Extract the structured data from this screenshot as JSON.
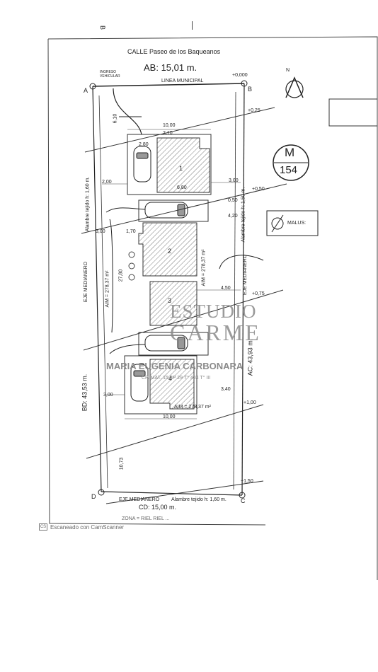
{
  "header": {
    "corner_letter": "B",
    "street": "CALLE Paseo de los Baqueanos",
    "front_dim": "AB: 15,01 m.",
    "linea_municipal": "LINEA MUNICIPAL",
    "ingreso": "INGRESO\nVEHICULAR",
    "level_top": "+0,000",
    "north_label": "N"
  },
  "vertices": {
    "a": "A",
    "b": "B",
    "c": "C",
    "d": "D"
  },
  "block": {
    "prefix": "M",
    "number": "154"
  },
  "legend": {
    "malus": "MALUS:"
  },
  "units": [
    "1",
    "2",
    "3",
    "4"
  ],
  "dims": {
    "w1000_top": "10,00",
    "w210": "2,10",
    "w280": "2,80",
    "w680": "6,80",
    "w300": "3,00",
    "w200": "2,00",
    "w170": "1,70",
    "w300_left": "3,00",
    "w450": "4,50",
    "w340": "3,40",
    "w300_b": "3,00",
    "w1000_bot": "10,00",
    "w610": "6,10",
    "w420": "4,20",
    "w1073": "10,73",
    "w050": "0,50",
    "w025": "+0,25",
    "w050p": "+0,50",
    "w075": "+0,75",
    "w100": "+1,00",
    "w150": "+1,50",
    "w2780": "27,80"
  },
  "sides": {
    "left_alambre": "Alambre tejido h: 1,60 m.",
    "left_eje": "EJE MEDIANERO",
    "left_aim": "AIM = 278,37 m²",
    "bd": "BD: 43,53 m.",
    "right_alambre": "Alambre tejido h: 1,50 m.",
    "right_eje": "EJE MEDIANERO",
    "ac": "AC: 43,93 m.",
    "aim_center": "AIM = 278,37 m²",
    "aim_bottom": "AIM = 278,37 m²"
  },
  "footer": {
    "eje": "EJE MEDIANERO",
    "alambre": "Alambre tejido h: 1,60 m.",
    "cd": "CD: 15,00 m.",
    "zona": "ZONA = RIEL RIEL ..."
  },
  "watermark": {
    "line1": "ESTUDIO",
    "line2": "CARME",
    "line3": "MARIA EUGENIA CARBONARA",
    "line4": "CP. MAT. 15 8P 29 T° 404 T° III"
  },
  "scanner": {
    "logo": "CS",
    "label": "Escaneado con CamScanner"
  }
}
